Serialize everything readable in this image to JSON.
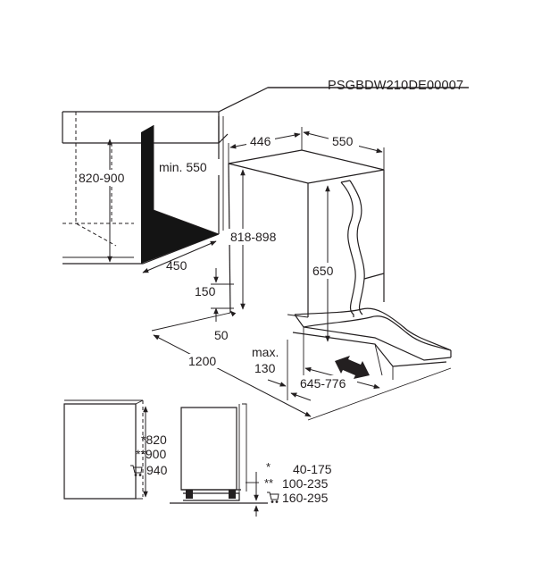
{
  "drawing_code": "PSGBDW210DE00007",
  "dimensions": {
    "cabinet_height": "820-900",
    "niche_min_depth": "min. 550",
    "niche_depth": "450",
    "appliance_height": "818-898",
    "appliance_width": "446",
    "appliance_depth": "550",
    "door_height": "650",
    "plinth_height": "150",
    "plinth_gap": "50",
    "floor_depth": "1200",
    "max_label": "max.",
    "max_value": "130",
    "door_travel": "645-776"
  },
  "legend": {
    "heights": [
      "*820",
      "**900",
      "940"
    ],
    "gaps": [
      {
        "marker": "*",
        "value": "40-175"
      },
      {
        "marker": "**",
        "value": "100-235"
      },
      {
        "marker": "",
        "value": "160-295"
      }
    ]
  },
  "icons": [
    "cart-icon"
  ]
}
